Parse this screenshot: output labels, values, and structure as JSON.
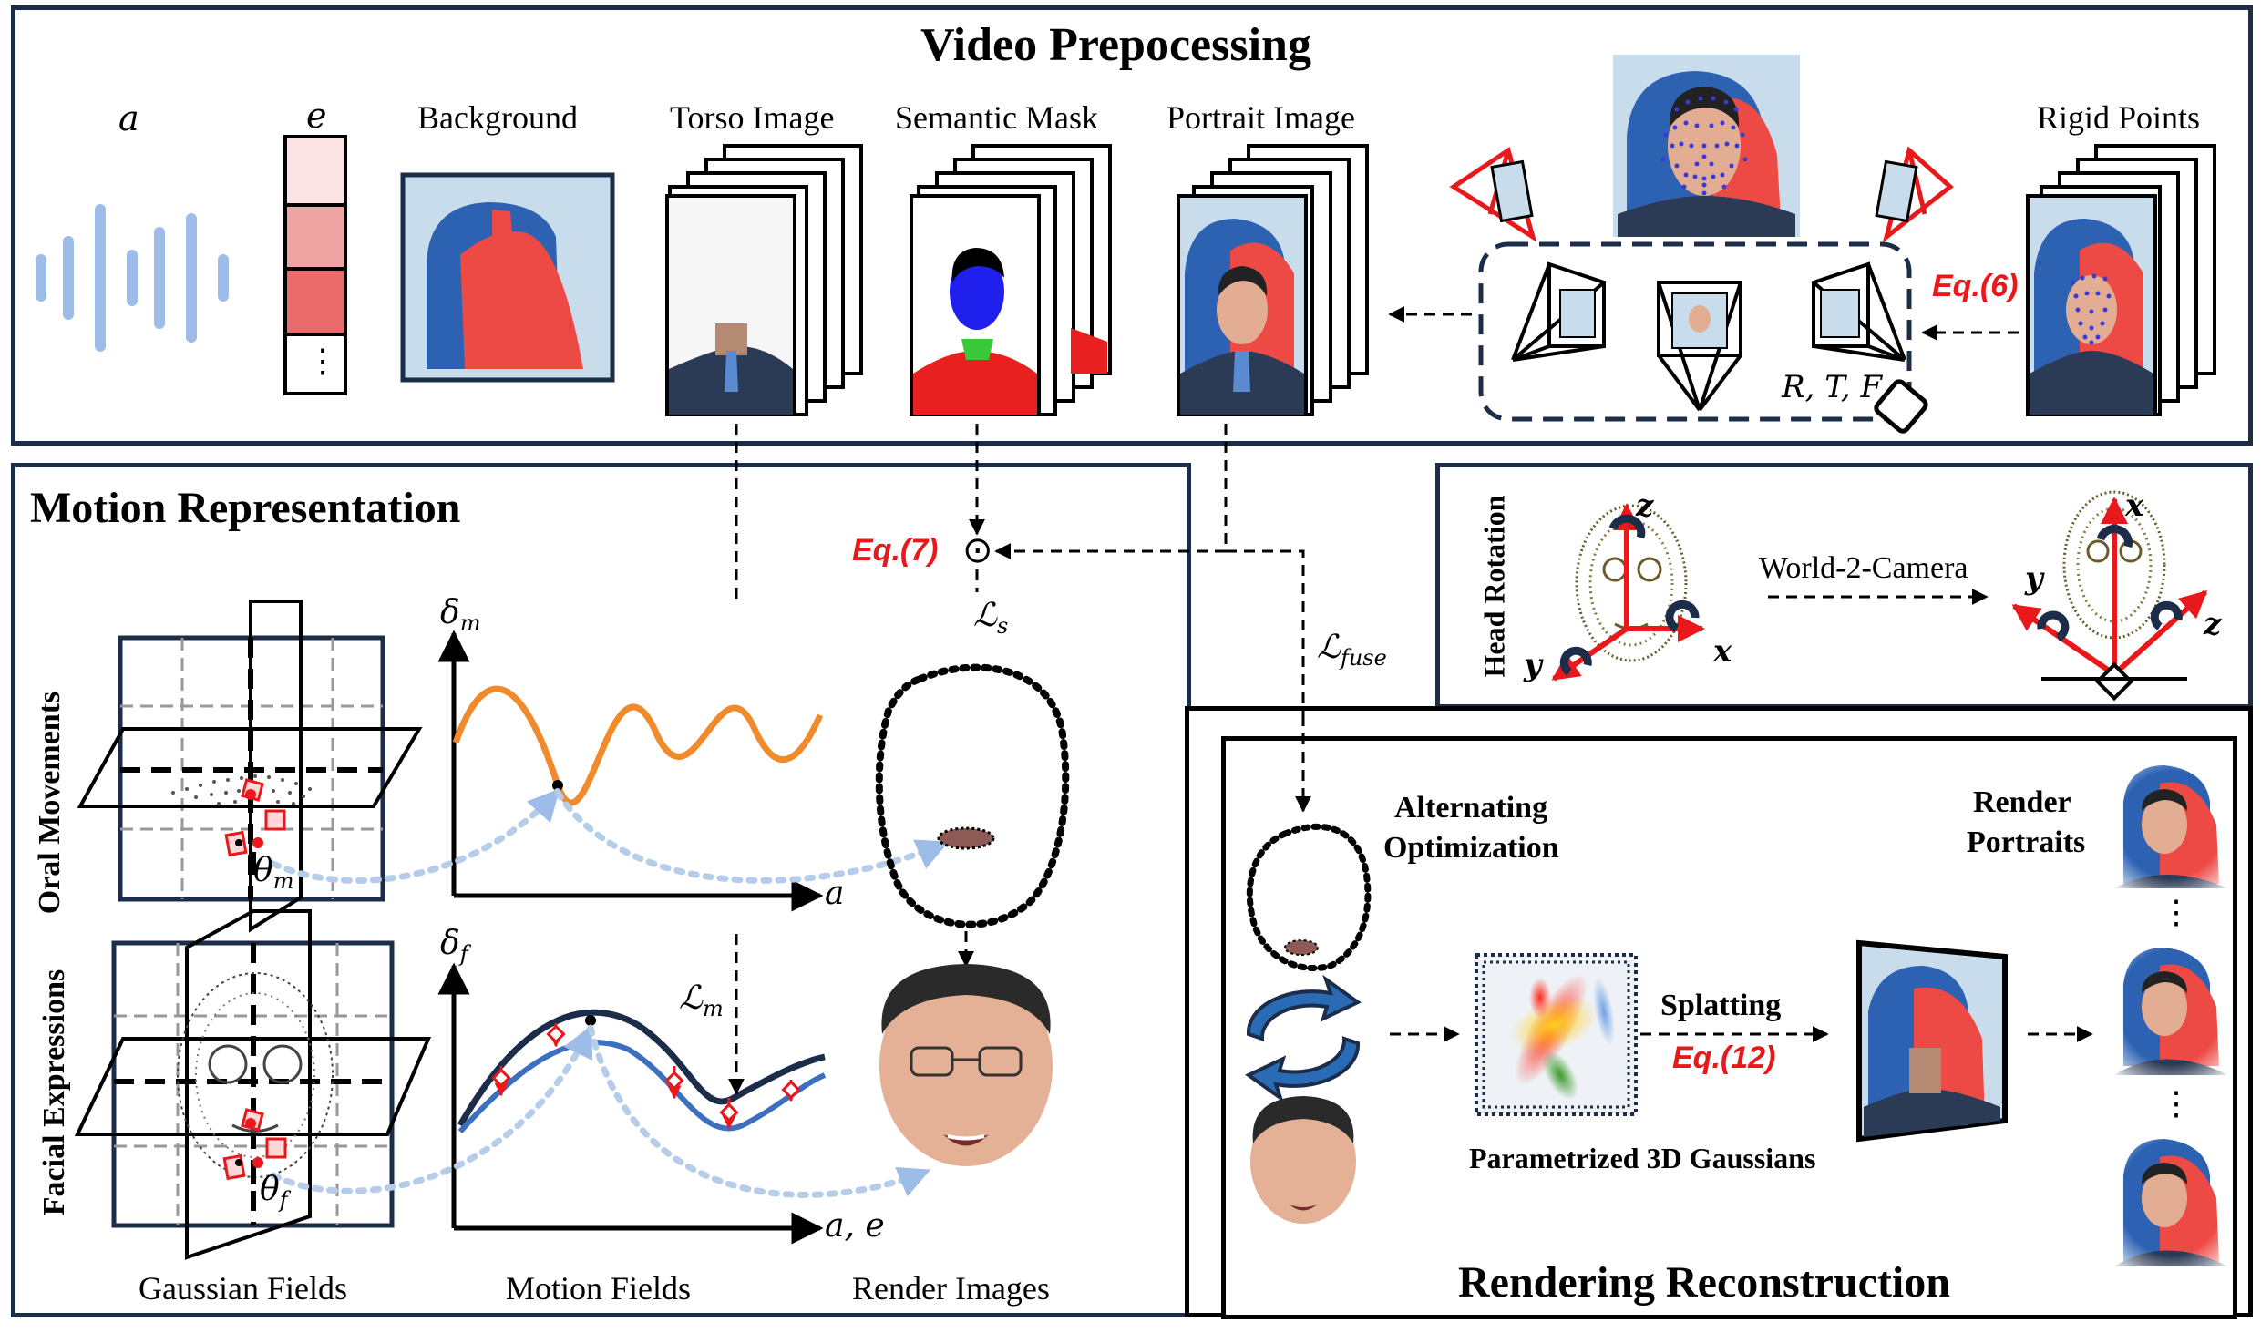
{
  "top": {
    "title": "Video Prepocessing",
    "labels": {
      "audio": "a",
      "expr": "e",
      "background": "Background",
      "torso": "Torso Image",
      "mask": "Semantic Mask",
      "portrait": "Portrait Image",
      "rigid": "Rigid Points",
      "eq6": "Eq.(6)",
      "rtf": "R, T, F",
      "dots": "⋮"
    }
  },
  "motion": {
    "title": "Motion Representation",
    "oral": "Oral Movements",
    "facial": "Facial Expressions",
    "eq7": "Eq.(7)",
    "ls": "ℒ",
    "ls_sub": "s",
    "lfuse": "ℒ",
    "lfuse_sub": "fuse",
    "lm": "ℒ",
    "lm_sub": "m",
    "delta_m": "δ",
    "delta_m_sub": "m",
    "delta_f": "δ",
    "delta_f_sub": "f",
    "theta_m": "θ",
    "theta_m_sub": "m",
    "theta_f": "θ",
    "theta_f_sub": "f",
    "axis_a": "a",
    "axis_ae": "a, e",
    "odot": "⊙",
    "gaussian_fields": "Gaussian Fields",
    "motion_fields": "Motion Fields",
    "render_images": "Render Images"
  },
  "head": {
    "title": "Head Rotation",
    "w2c": "World-2-Camera",
    "z": "z",
    "x": "x",
    "y": "y"
  },
  "render": {
    "title": "Rendering Reconstruction",
    "alt1": "Alternating",
    "alt2": "Optimization",
    "splatting": "Splatting",
    "eq12": "Eq.(12)",
    "param": "Parametrized 3D Gaussians",
    "render1": "Render",
    "render2": "Portraits",
    "dots": "⋮"
  },
  "colors": {
    "navy": "#1c2d4a",
    "red": "#e8181b",
    "orange": "#f08a2a",
    "blue_curve": "#3d6fbf",
    "audio_blue": "#9dbde8"
  }
}
